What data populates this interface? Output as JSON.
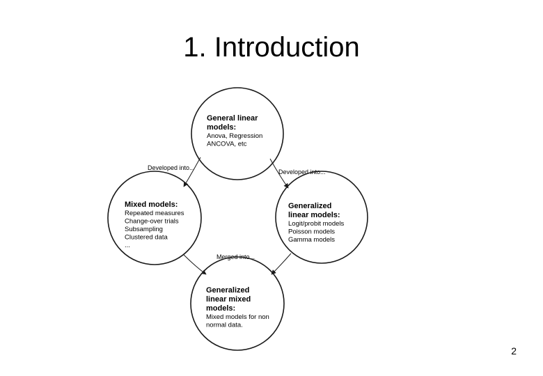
{
  "slide": {
    "title": "1. Introduction",
    "page_number": "2"
  },
  "diagram": {
    "nodes": [
      {
        "id": "general-linear-models",
        "title_lines": [
          "General linear",
          "models:"
        ],
        "lines": [
          "Anova, Regression",
          "ANCOVA, etc"
        ]
      },
      {
        "id": "mixed-models",
        "title_lines": [
          "Mixed models:"
        ],
        "lines": [
          "Repeated measures",
          "Change-over trials",
          "Subsampling",
          "Clustered data",
          "..."
        ]
      },
      {
        "id": "generalized-linear-models",
        "title_lines": [
          "Generalized",
          "linear models:"
        ],
        "lines": [
          "Logit/probit models",
          "Poisson models",
          "Gamma models"
        ]
      },
      {
        "id": "generalized-linear-mixed-models",
        "title_lines": [
          "Generalized",
          "linear mixed",
          "models:"
        ],
        "lines": [
          "Mixed models for non",
          "normal data."
        ]
      }
    ],
    "edges": [
      {
        "from": "general-linear-models",
        "to": "mixed-models",
        "label": "Developed into..."
      },
      {
        "from": "general-linear-models",
        "to": "generalized-linear-models",
        "label": "Developed into..."
      },
      {
        "from": "mixed-models",
        "to": "generalized-linear-mixed-models",
        "label": "Merged into..."
      },
      {
        "from": "generalized-linear-models",
        "to": "generalized-linear-mixed-models",
        "label": ""
      }
    ]
  },
  "colors": {
    "stroke": "#1a1a1a",
    "text": "#000000",
    "background": "#ffffff"
  }
}
